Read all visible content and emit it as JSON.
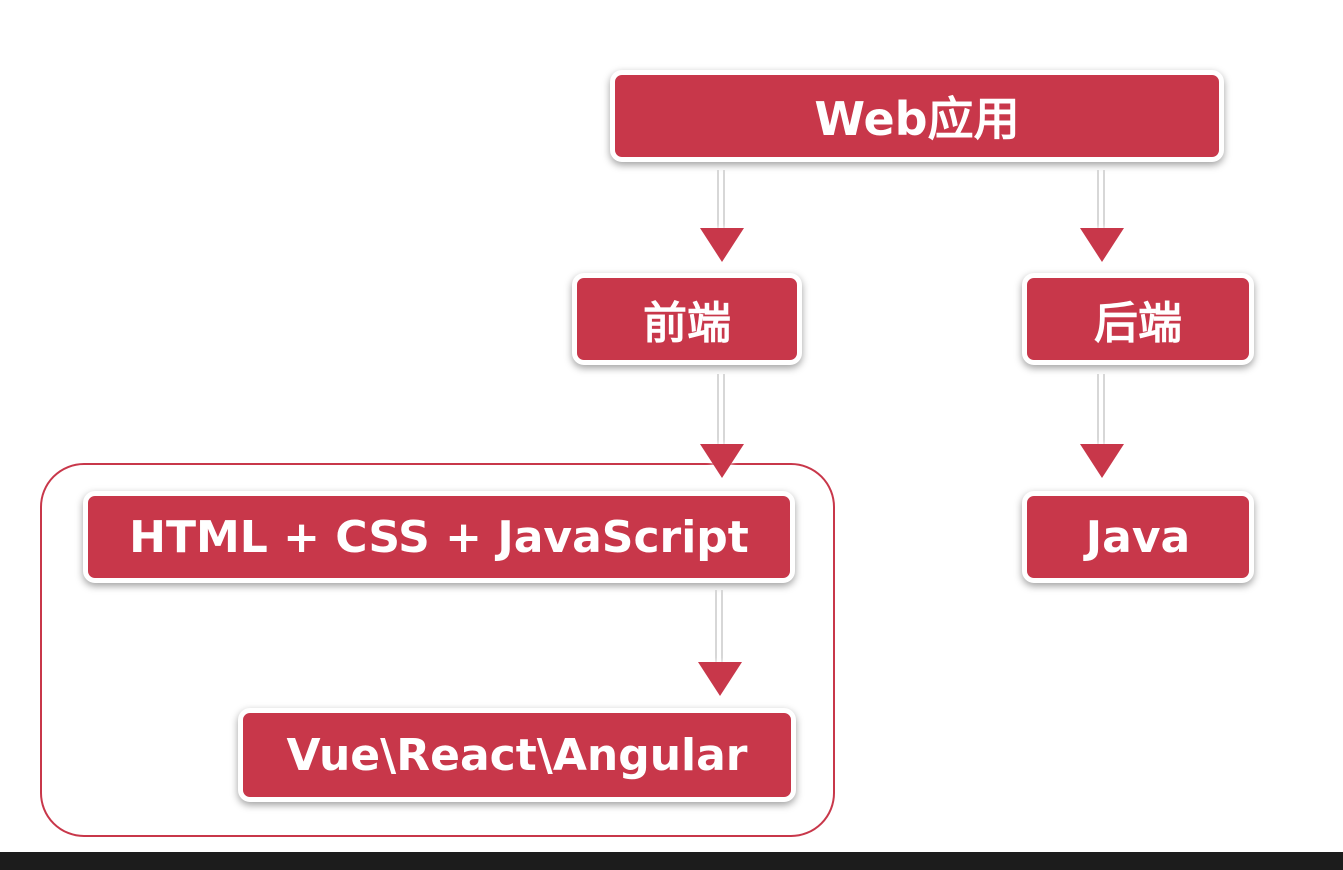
{
  "diagram": {
    "root": {
      "label": "Web应用"
    },
    "frontend": {
      "label": "前端"
    },
    "backend": {
      "label": "后端"
    },
    "frontend_basics": {
      "label": "HTML + CSS + JavaScript"
    },
    "frontend_frameworks": {
      "label": "Vue\\React\\Angular"
    },
    "backend_language": {
      "label": "Java"
    },
    "edges": [
      {
        "from": "Web应用",
        "to": "前端"
      },
      {
        "from": "Web应用",
        "to": "后端"
      },
      {
        "from": "前端",
        "to": "HTML + CSS + JavaScript"
      },
      {
        "from": "后端",
        "to": "Java"
      },
      {
        "from": "HTML + CSS + JavaScript",
        "to": "Vue\\React\\Angular"
      }
    ]
  },
  "colors": {
    "node_fill": "#c8374a",
    "node_text": "#ffffff",
    "group_border": "#c8374a",
    "connector_line": "#d7d7d7",
    "arrowhead": "#c8374a"
  }
}
